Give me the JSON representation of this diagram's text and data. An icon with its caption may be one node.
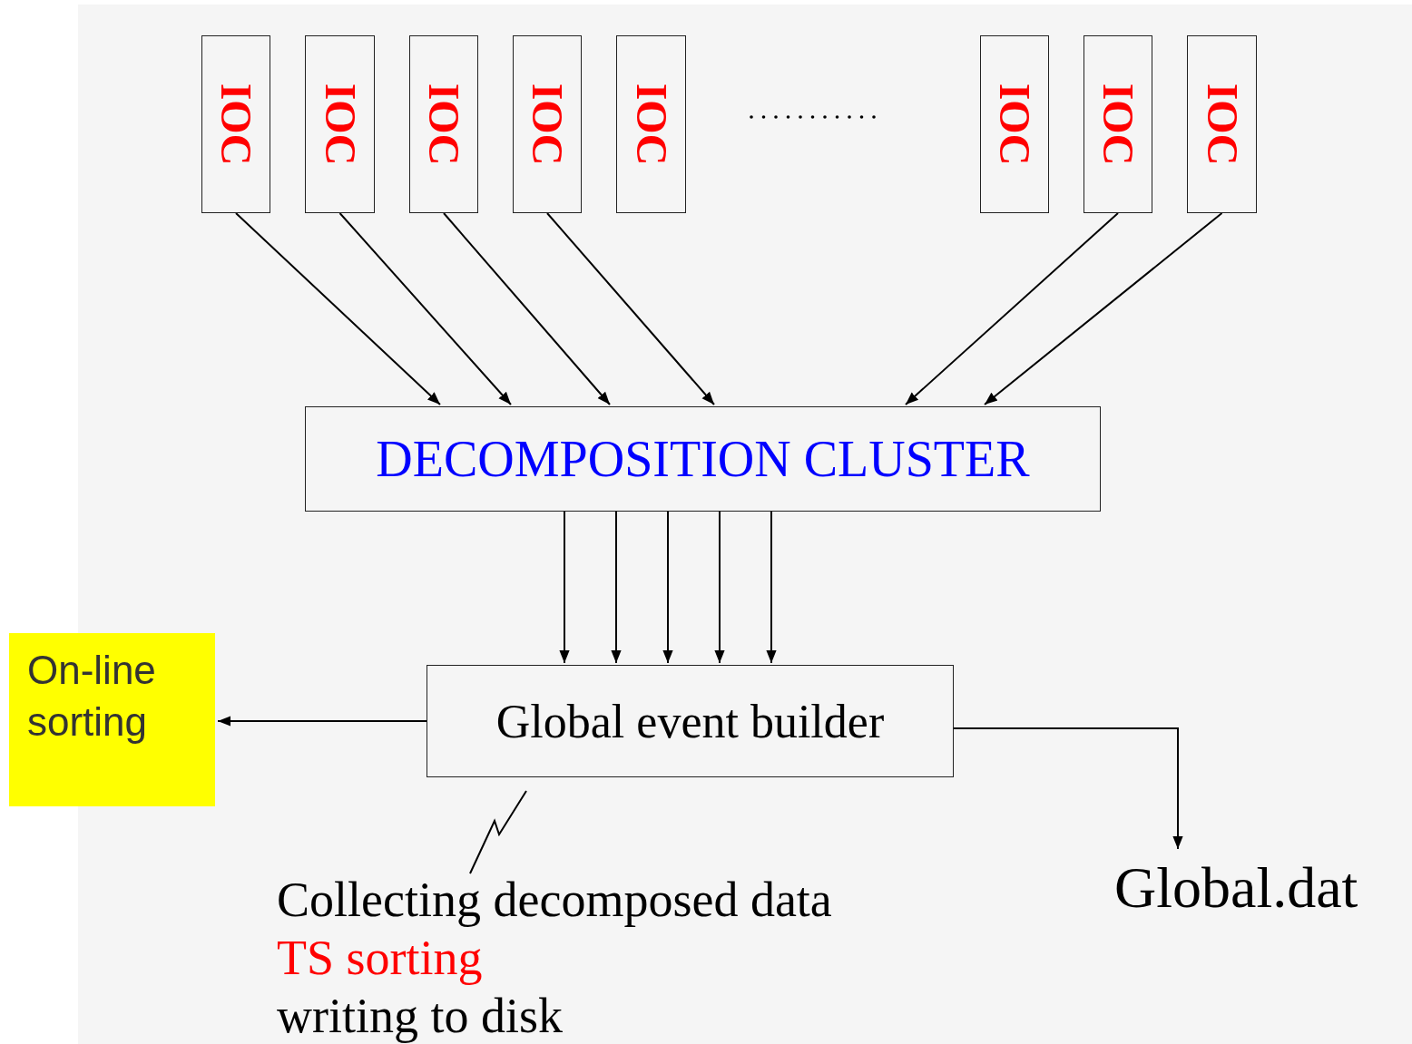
{
  "diagram": {
    "nodes": [
      {
        "text": [
          "IOC"
        ]
      },
      {
        "text": [
          "IOC"
        ]
      },
      {
        "text": [
          "IOC"
        ]
      },
      {
        "text": [
          "IOC"
        ]
      },
      {
        "text": [
          "IOC"
        ]
      },
      {
        "text": [
          "IOC"
        ]
      },
      {
        "text": [
          "IOC"
        ]
      },
      {
        "text": [
          "IOC"
        ]
      },
      {
        "text": [
          "DECOMPOSITION CLUSTER"
        ]
      },
      {
        "text": [
          "Global event builder"
        ]
      },
      {
        "text": [
          "On-line sorting"
        ]
      },
      {
        "text": [
          "Global.dat"
        ]
      },
      {
        "text": [
          "Collecting decomposed data",
          "TS sorting",
          "writing to disk"
        ]
      }
    ],
    "edges": [
      {
        "from": 0,
        "to": 8,
        "arrow": "to"
      },
      {
        "from": 1,
        "to": 8,
        "arrow": "to"
      },
      {
        "from": 2,
        "to": 8,
        "arrow": "to"
      },
      {
        "from": 3,
        "to": 8,
        "arrow": "to"
      },
      {
        "from": 6,
        "to": 8,
        "arrow": "to"
      },
      {
        "from": 7,
        "to": 8,
        "arrow": "to"
      },
      {
        "from": 8,
        "to": 9,
        "arrow": "to"
      },
      {
        "from": 8,
        "to": 9,
        "arrow": "to"
      },
      {
        "from": 8,
        "to": 9,
        "arrow": "to"
      },
      {
        "from": 8,
        "to": 9,
        "arrow": "to"
      },
      {
        "from": 8,
        "to": 9,
        "arrow": "to"
      },
      {
        "from": 9,
        "to": 10,
        "arrow": "to"
      },
      {
        "from": 9,
        "to": 11,
        "arrow": "to"
      },
      {
        "from": 9,
        "to": 12,
        "arrow": "none"
      }
    ]
  }
}
